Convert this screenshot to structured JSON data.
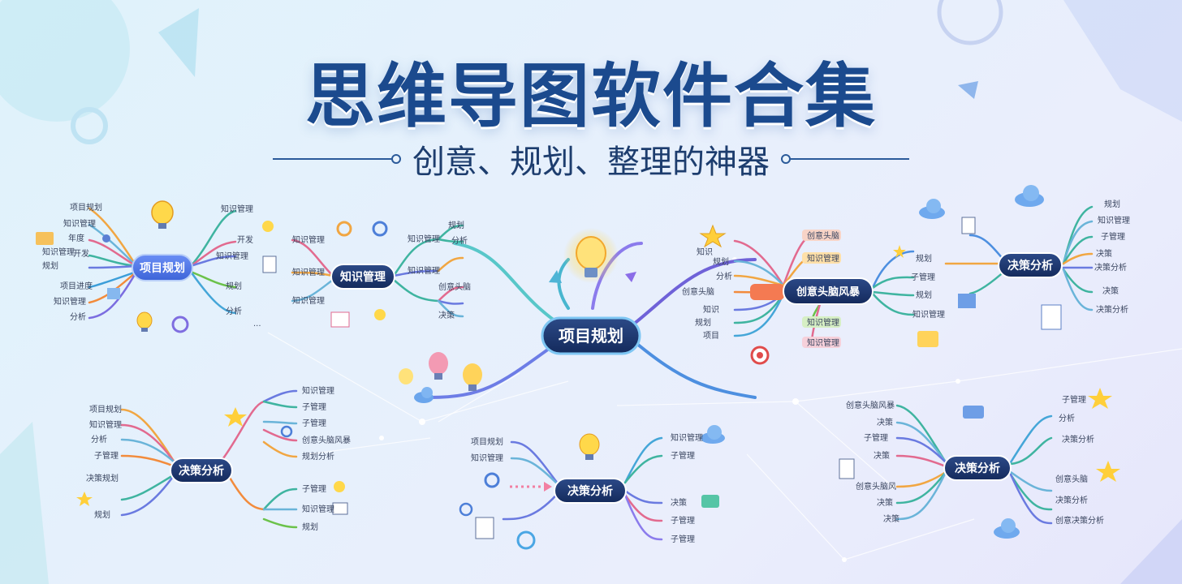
{
  "header": {
    "title": "思维导图软件合集",
    "subtitle": "创意、规划、整理的神器"
  },
  "hubs": [
    {
      "id": "center",
      "label": "项目规划",
      "style": "dark"
    },
    {
      "id": "tl_a",
      "label": "项目规划",
      "style": "blue"
    },
    {
      "id": "tl_b",
      "label": "知识管理",
      "style": "dark"
    },
    {
      "id": "tr_a",
      "label": "创意头脑风暴",
      "style": "dark"
    },
    {
      "id": "tr_b",
      "label": "决策分析",
      "style": "dark"
    },
    {
      "id": "bl",
      "label": "决策分析",
      "style": "dark"
    },
    {
      "id": "bc",
      "label": "决策分析",
      "style": "dark"
    },
    {
      "id": "br",
      "label": "决策分析",
      "style": "dark"
    }
  ],
  "branches": {
    "tl_a": [
      "项目规划",
      "知识管理",
      "年度",
      "知识管理",
      "规划",
      "项目进度",
      "知识管理",
      "分析",
      "开发"
    ],
    "tl_b_left": [
      "知识管理",
      "知识管理",
      "知识管理"
    ],
    "tl_b_right": [
      "知识管理",
      "规划",
      "分析",
      "知识管理",
      "创意头脑",
      "决策"
    ],
    "tr_a_left": [
      "知识",
      "规划",
      "分析",
      "创意头脑",
      "知识",
      "规划",
      "项目"
    ],
    "tr_a_right": [
      "创意头脑",
      "知识管理",
      "知识管理",
      "知识管理"
    ],
    "tr_b_left": [
      "规划",
      "子管理",
      "规划",
      "知识管理"
    ],
    "tr_b_right": [
      "规划",
      "知识管理",
      "子管理",
      "决策",
      "决策分析"
    ],
    "bl_left": [
      "项目规划",
      "知识管理",
      "分析",
      "子管理",
      "决策规划",
      "规划"
    ],
    "bl_right": [
      "知识管理",
      "子管理",
      "子管理",
      "创意头脑风暴",
      "规划分析",
      "子管理",
      "知识管理",
      "规划"
    ],
    "bc_left": [
      "项目规划",
      "知识管理"
    ],
    "bc_right": [
      "知识管理",
      "子管理",
      "决策",
      "子管理",
      "子管理"
    ],
    "br_left": [
      "创意头脑风暴",
      "决策",
      "子管理",
      "决策",
      "创意头脑风",
      "决策",
      "决策"
    ],
    "br_right": [
      "子管理",
      "分析",
      "决策分析",
      "创意头脑",
      "决策分析",
      "创意决策分析"
    ]
  }
}
